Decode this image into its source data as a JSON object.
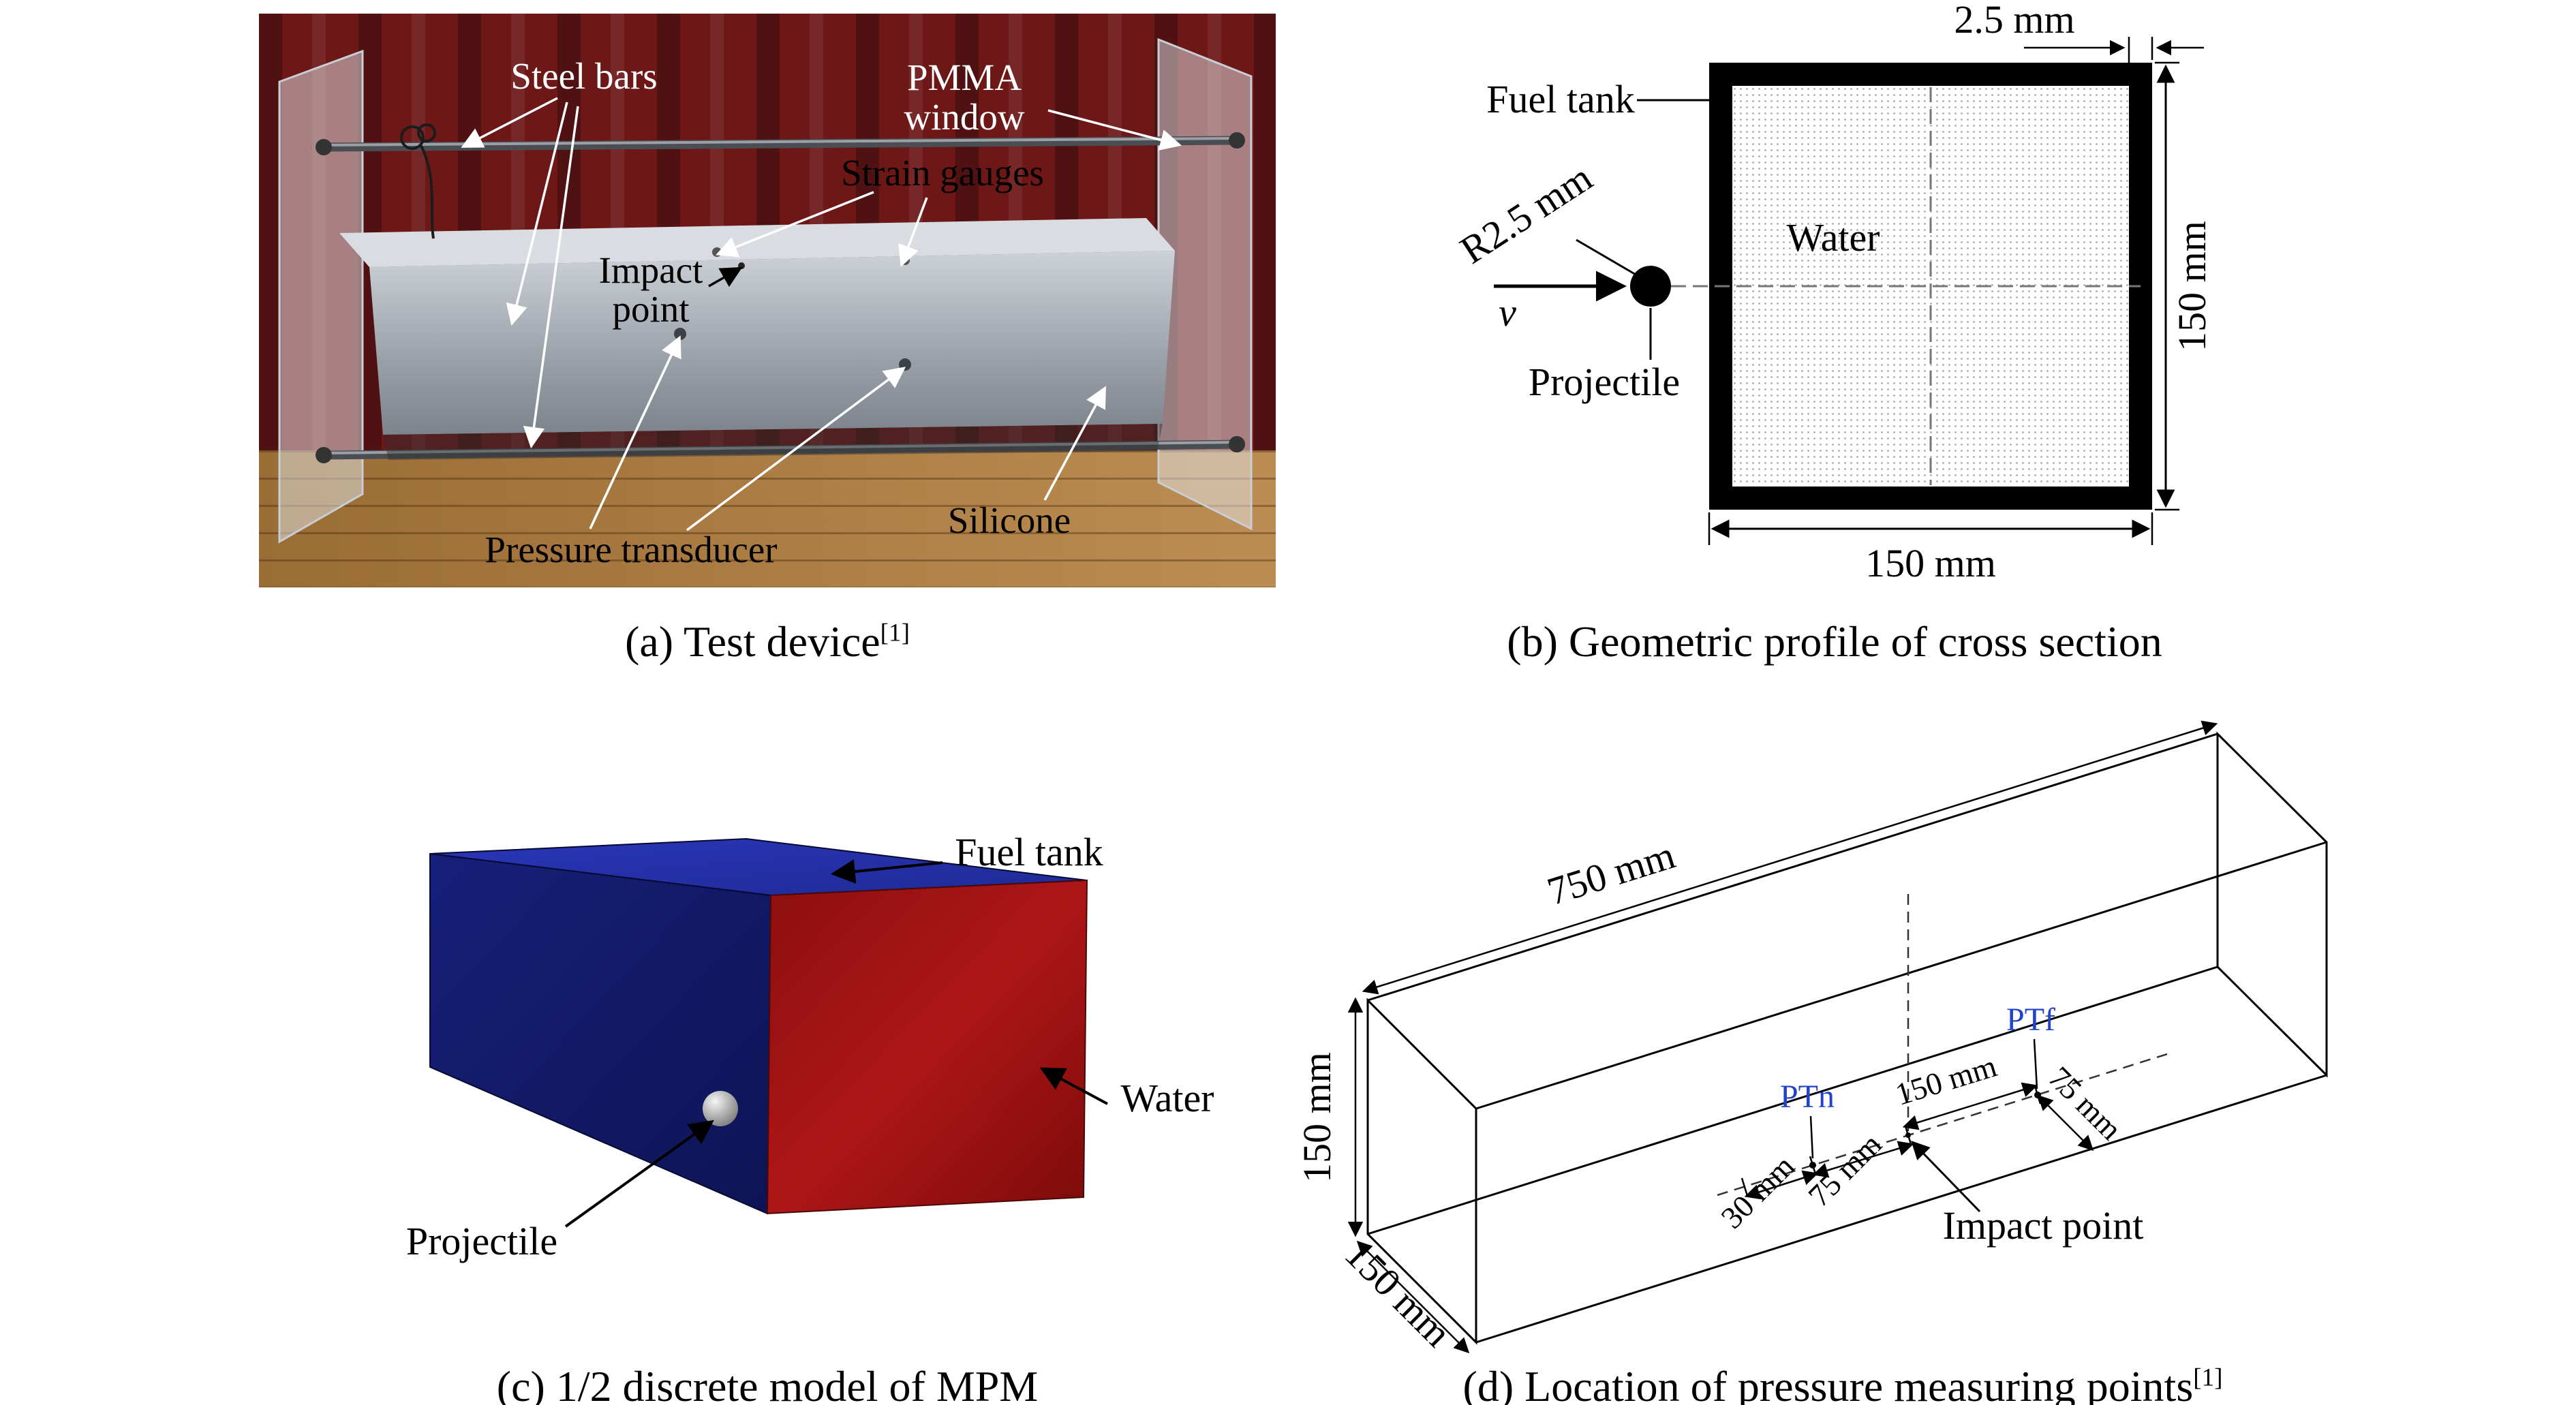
{
  "panels": {
    "a": {
      "caption": "(a) Test device",
      "caption_sup": "[1]",
      "labels": {
        "steel_bars": "Steel bars",
        "pmma_line1": "PMMA",
        "pmma_line2": "window",
        "strain_gauges": "Strain gauges",
        "impact_line1": "Impact",
        "impact_line2": "point",
        "pressure_transducer": "Pressure transducer",
        "silicone": "Silicone"
      }
    },
    "b": {
      "caption": "(b) Geometric profile of cross section",
      "labels": {
        "fuel_tank": "Fuel tank",
        "thickness": "2.5 mm",
        "radius": "R2.5 mm",
        "velocity": "v",
        "projectile": "Projectile",
        "water": "Water",
        "height": "150 mm",
        "width": "150 mm"
      }
    },
    "c": {
      "caption": "(c) 1/2 discrete model of MPM",
      "labels": {
        "fuel_tank": "Fuel tank",
        "water": "Water",
        "projectile": "Projectile"
      }
    },
    "d": {
      "caption": "(d) Location of pressure measuring points",
      "caption_sup": "[1]",
      "labels": {
        "length": "750 mm",
        "height": "150 mm",
        "width": "150 mm",
        "ptf": "PTf",
        "ptn": "PTn",
        "dim_150": "150 mm",
        "dim_75_left": "75 mm",
        "dim_75_right": "75 mm",
        "dim_30": "30 mm",
        "impact_point": "Impact point"
      }
    }
  },
  "colors": {
    "pt_label_blue": "#2143c7",
    "model_top_blue": "#2a36b8",
    "model_side_navy": "#121a64",
    "model_front_red": "#9c1212",
    "curtain_red": "#6d1717",
    "floor_wood": "#b5803f"
  }
}
